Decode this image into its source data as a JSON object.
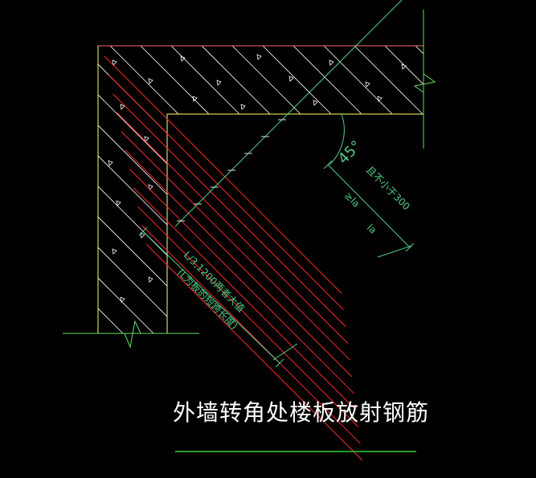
{
  "title": "外墙转角处楼板放射钢筋",
  "angle_label": "45°",
  "dim_top_label": "且不小于300",
  "dim_top_sub": "≥la",
  "dim_top_la": "la",
  "dim_bottom_label1": "L/3,1200两者大值",
  "dim_bottom_label2": "(L为板的短跨长度)",
  "colors": {
    "background": "#000000",
    "wall_outline": "#ffff66",
    "hatch": "#ffffff",
    "rebar": "#ff2b2b",
    "dimension": "#55cc88",
    "title": "#ffffff",
    "underline": "#33cc33"
  }
}
